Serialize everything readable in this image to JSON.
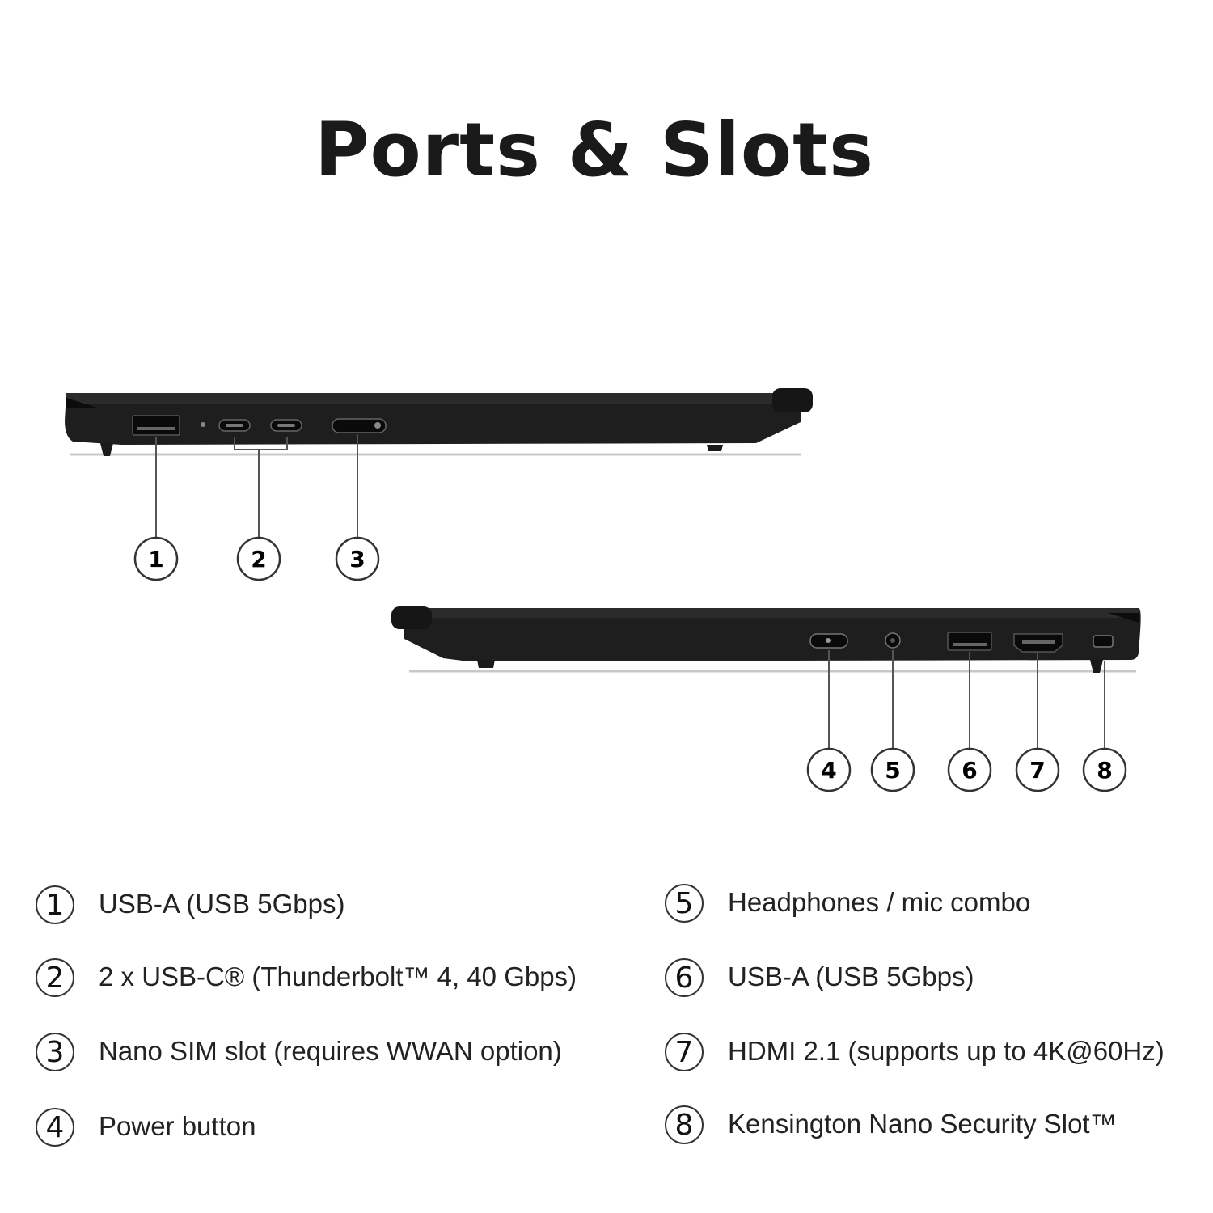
{
  "title": "Ports & Slots",
  "callouts": [
    "1",
    "2",
    "3",
    "4",
    "5",
    "6",
    "7",
    "8"
  ],
  "legend": [
    {
      "num": "1",
      "label": "USB-A (USB 5Gbps)"
    },
    {
      "num": "2",
      "label": "2 x USB-C® (Thunderbolt™ 4, 40 Gbps)"
    },
    {
      "num": "3",
      "label": "Nano SIM slot (requires WWAN option)"
    },
    {
      "num": "4",
      "label": "Power button"
    },
    {
      "num": "5",
      "label": "Headphones / mic combo"
    },
    {
      "num": "6",
      "label": "USB-A (USB 5Gbps)"
    },
    {
      "num": "7",
      "label": "HDMI 2.1 (supports up to 4K@60Hz)"
    },
    {
      "num": "8",
      "label": "Kensington Nano Security Slot™"
    }
  ]
}
